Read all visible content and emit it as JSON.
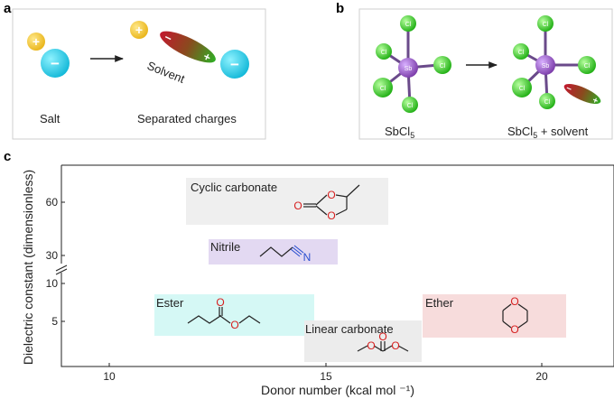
{
  "panel_a": {
    "letter": "a",
    "plus": "+",
    "minus": "−",
    "salt_label": "Salt",
    "solvent_label": "Solvent",
    "separated_label": "Separated charges"
  },
  "panel_b": {
    "letter": "b",
    "cl": "Cl",
    "sb": "Sb",
    "left_label_main": "SbCl",
    "left_label_sub": "5",
    "right_label_main": "SbCl",
    "right_label_sub": "5",
    "right_label_tail": " + solvent"
  },
  "panel_c": {
    "letter": "c",
    "ylabel": "Dielectric constant (dimensionless)",
    "xlabel": "Donor number (kcal mol ⁻¹)",
    "xticks": [
      "10",
      "15",
      "20"
    ],
    "yticks": [
      "60",
      "30",
      "10",
      "5"
    ],
    "regions": {
      "cyclic": "Cyclic carbonate",
      "nitrile": "Nitrile",
      "ester": "Ester",
      "linear": "Linear carbonate",
      "ether": "Ether"
    },
    "atoms": {
      "O": "O",
      "N": "N"
    }
  },
  "colors": {
    "cyan": "#1ec8e6",
    "yellow": "#f2c230",
    "green": "#3bd12e",
    "purple": "#9a5cc8",
    "region_cyclic": "#eeeeee",
    "region_nitrile": "#e3d9f2",
    "region_ester": "#d4f7f4",
    "region_linear": "#ececec",
    "region_ether": "#f7dcdc",
    "oxygen": "#d62020",
    "nitrogen": "#2a4fd0"
  }
}
